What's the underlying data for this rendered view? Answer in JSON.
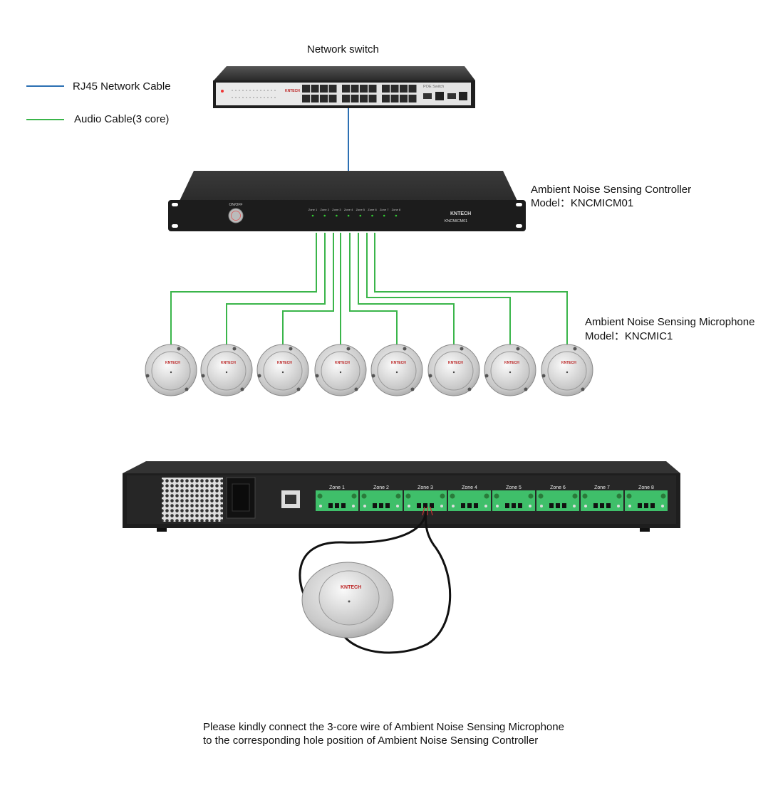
{
  "switch": {
    "title": "Network switch",
    "panel_label": "POE Switch",
    "brand": "KNTECH"
  },
  "legend": [
    {
      "label": "RJ45 Network Cable",
      "color": "#2b6fb3"
    },
    {
      "label": "Audio Cable(3 core)",
      "color": "#3ab54a"
    }
  ],
  "controller": {
    "name": "Ambient Noise Sensing Controller",
    "model_label": "Model：",
    "model_value": "KNCMICM01",
    "power_label": "ON/OFF",
    "brand": "KNTECH",
    "panel_model": "KNCMICM01",
    "zones": [
      "Zone 1",
      "Zone 2",
      "Zone 3",
      "Zone 4",
      "Zone 5",
      "Zone 6",
      "Zone 7",
      "Zone 8"
    ]
  },
  "microphone": {
    "name": "Ambient Noise Sensing Microphone",
    "model_label": "Model：",
    "model_value": "KNCMIC1",
    "brand": "KNTECH",
    "count": 8
  },
  "rear_panel": {
    "zones": [
      "Zone 1",
      "Zone 2",
      "Zone 3",
      "Zone 4",
      "Zone 5",
      "Zone 6",
      "Zone 7",
      "Zone 8"
    ],
    "connected_zone": "Zone 3"
  },
  "instruction": {
    "line1": "Please kindly connect the 3-core wire of Ambient Noise Sensing Microphone",
    "line2": "to the corresponding hole position of Ambient Noise Sensing Controller"
  },
  "colors": {
    "network_cable": "#2b6fb3",
    "audio_cable": "#3ab54a",
    "terminal_green": "#3fbf6a",
    "device_body": "#222222"
  }
}
